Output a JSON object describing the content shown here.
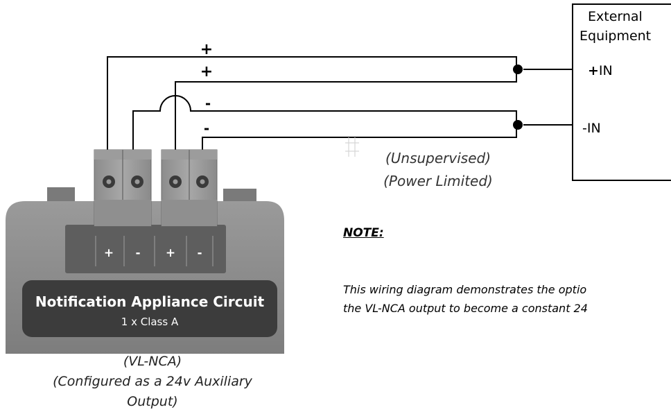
{
  "external_equipment": {
    "title_line1": "External",
    "title_line2": "Equipment",
    "in_plus_sign": "+",
    "in_plus_label": "IN",
    "in_minus_sign": "-",
    "in_minus_label": "IN"
  },
  "wire_labels": {
    "plus_top": "+",
    "plus_second": "+",
    "minus_first": "-",
    "minus_second": "-"
  },
  "supervision": {
    "line1": "(Unsupervised)",
    "line2": "(Power Limited)"
  },
  "module": {
    "terminal_signs": [
      "+",
      "-",
      "+",
      "-"
    ],
    "title": "Notification Appliance Circuit",
    "subtitle": "1 x Class A"
  },
  "module_caption": {
    "line1": "(VL-NCA)",
    "line2": "(Configured as a 24v Auxiliary",
    "line3": "Output)"
  },
  "note": {
    "title": "NOTE:",
    "line1": "This wiring diagram demonstrates the optio",
    "line2": "the VL-NCA output to become a constant 24"
  }
}
